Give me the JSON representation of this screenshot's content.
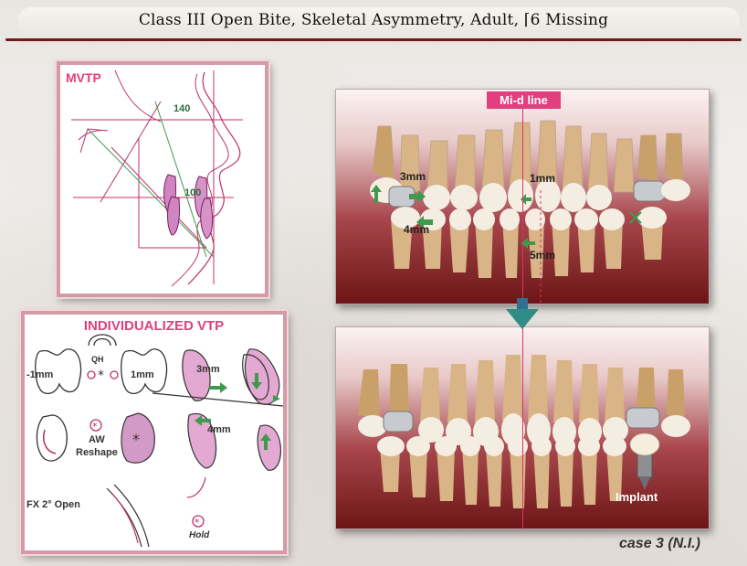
{
  "title": "Class III Open Bite, Skeletal Asymmetry, Adult, ⌈6 Missing",
  "mvtp": {
    "label": "MVTP",
    "angle_upper": "140",
    "angle_lower": "100"
  },
  "vtp": {
    "title": "INDIVIDUALIZED VTP",
    "left_1mm": "-1mm",
    "qh": "QH",
    "right_1mm": "1mm",
    "aw": "AW",
    "reshape": "Reshape",
    "mm3": "3mm",
    "mm4": "4mm",
    "fx": "FX 2° Open",
    "hold": "Hold"
  },
  "photo_top": {
    "midline_label": "Mi-d line",
    "mm3": "3mm",
    "mm1": "1mm",
    "mm4": "4mm",
    "mm5": "5mm"
  },
  "photo_bottom": {
    "implant": "Implant"
  },
  "case_label": "case 3 (N.I.)",
  "colors": {
    "accent_pink": "#e23f7e",
    "title_rule": "#6e1a1a",
    "panel_border": "#d49aa6",
    "arrow_green": "#3f9a4e",
    "arrow_teal": "#2f8c86"
  }
}
